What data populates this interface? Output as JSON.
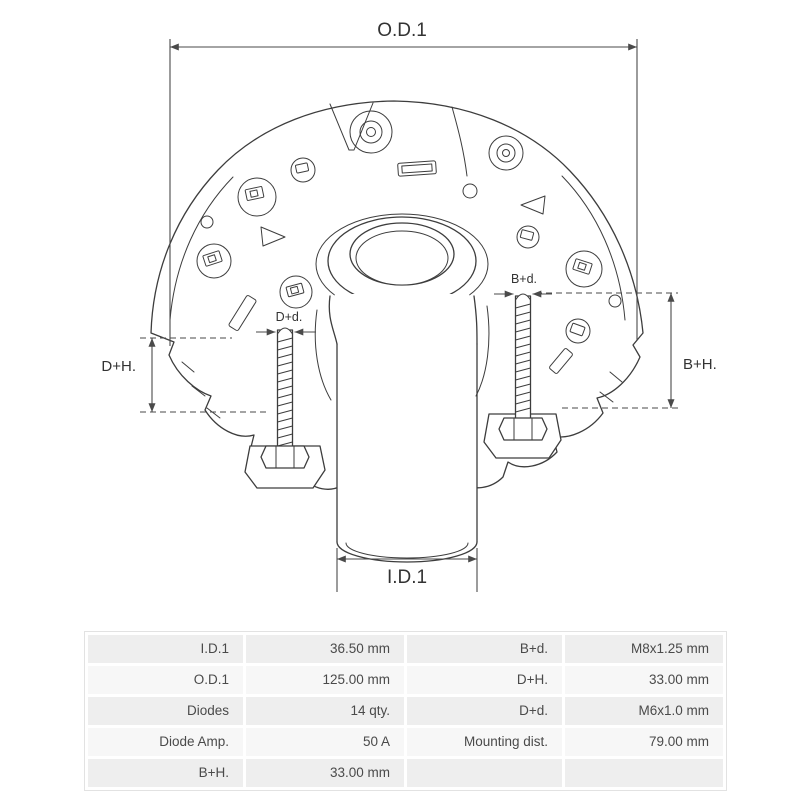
{
  "diagram": {
    "dim_labels": {
      "od1": "O.D.1",
      "id1": "I.D.1",
      "dplus_h": "D+H.",
      "bplus_h": "B+H.",
      "dplus_d": "D+d.",
      "bplus_d": "B+d."
    }
  },
  "spec_table": {
    "rows": [
      {
        "label_left": "I.D.1",
        "value_left": "36.50 mm",
        "label_right": "B+d.",
        "value_right": "M8x1.25 mm"
      },
      {
        "label_left": "O.D.1",
        "value_left": "125.00 mm",
        "label_right": "D+H.",
        "value_right": "33.00 mm"
      },
      {
        "label_left": "Diodes",
        "value_left": "14 qty.",
        "label_right": "D+d.",
        "value_right": "M6x1.0 mm"
      },
      {
        "label_left": "Diode Amp.",
        "value_left": "50 A",
        "label_right": "Mounting dist.",
        "value_right": "79.00 mm"
      },
      {
        "label_left": "B+H.",
        "value_left": "33.00 mm",
        "label_right": "",
        "value_right": ""
      }
    ]
  },
  "colors": {
    "line": "#3d3d3d",
    "dimension": "#4a4a4a",
    "table_row_odd": "#eeeeee",
    "table_row_even": "#f7f7f7",
    "text": "#4a4a4a"
  }
}
